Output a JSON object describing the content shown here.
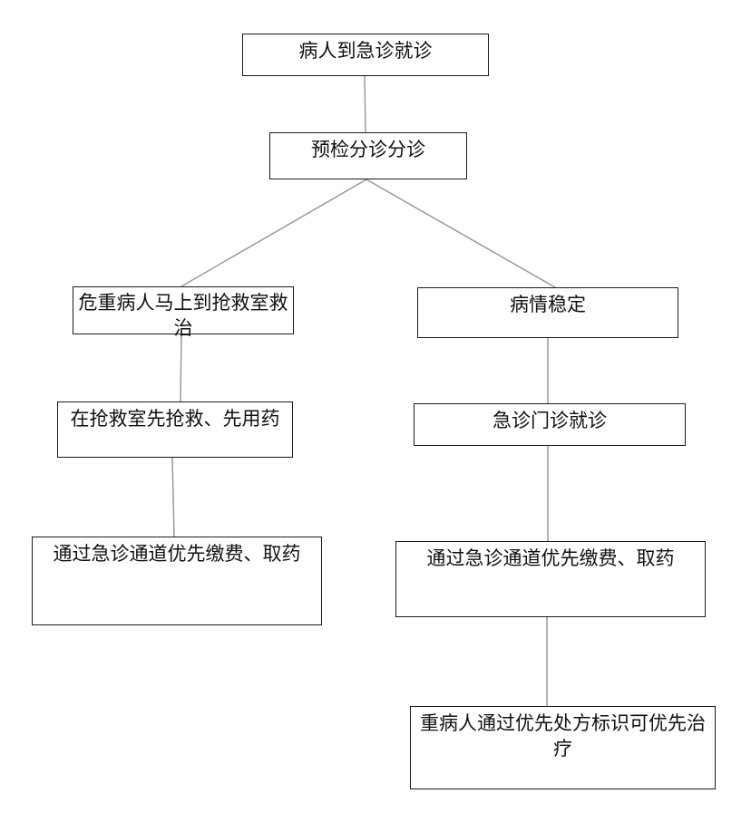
{
  "flowchart": {
    "nodes": [
      {
        "id": "n1",
        "label": "病人到急诊就诊"
      },
      {
        "id": "n2",
        "label": "预检分诊分诊"
      },
      {
        "id": "n3",
        "label": "危重病人马上到抢救室救治"
      },
      {
        "id": "n4",
        "label": "病情稳定"
      },
      {
        "id": "n5",
        "label": "在抢救室先抢救、先用药"
      },
      {
        "id": "n6",
        "label": "急诊门诊就诊"
      },
      {
        "id": "n7",
        "label": "通过急诊通道优先缴费、取药"
      },
      {
        "id": "n8",
        "label": "通过急诊通道优先缴费、取药"
      },
      {
        "id": "n9",
        "label": "重病人通过优先处方标识可优先治疗"
      }
    ],
    "edges": [
      [
        "n1",
        "n2"
      ],
      [
        "n2",
        "n3"
      ],
      [
        "n2",
        "n4"
      ],
      [
        "n3",
        "n5"
      ],
      [
        "n5",
        "n7"
      ],
      [
        "n4",
        "n6"
      ],
      [
        "n6",
        "n8"
      ],
      [
        "n8",
        "n9"
      ]
    ],
    "colors": {
      "box_border": "#1a1a1a",
      "connector": "#999999",
      "text": "#111111"
    }
  }
}
